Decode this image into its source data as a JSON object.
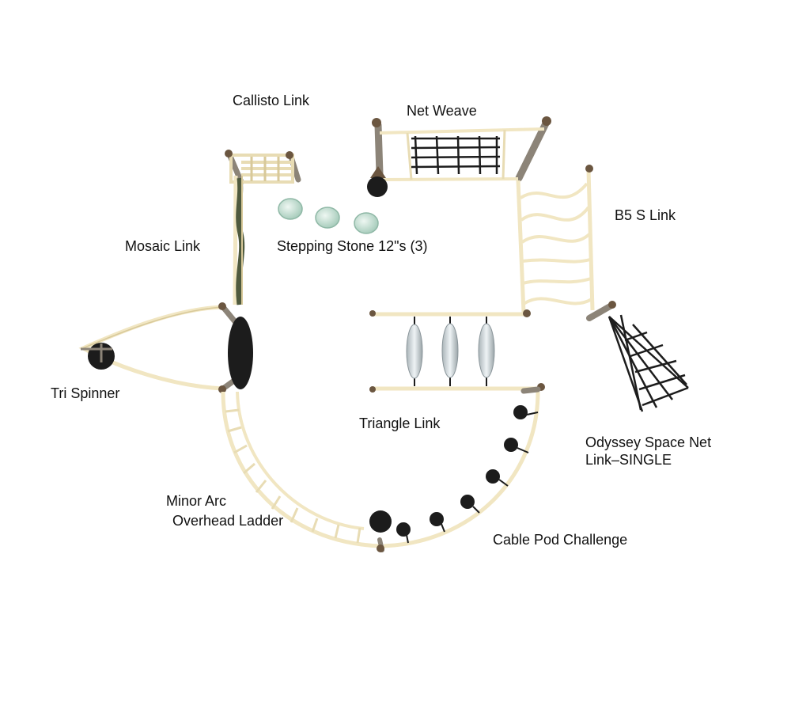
{
  "labels": {
    "callisto_link": "Callisto Link",
    "net_weave": "Net Weave",
    "b5_s_link": "B5 S Link",
    "mosaic_link": "Mosaic Link",
    "stepping_stone": "Stepping Stone 12\"s (3)",
    "tri_spinner": "Tri Spinner",
    "triangle_link": "Triangle Link",
    "odyssey_line1": "Odyssey Space Net",
    "odyssey_line2": "Link–SINGLE",
    "minor_arc_line1": "Minor Arc",
    "minor_arc_line2": "Overhead Ladder",
    "cable_pod_challenge": "Cable Pod Challenge"
  },
  "colors": {
    "rail": "#f1e6c2",
    "rail_edge": "#d8c99a",
    "post_cap": "#6b5640",
    "post": "#8c8478",
    "dark": "#1c1c1c",
    "glass": "#cfe6dc",
    "mosaic": "#4f5a3e",
    "pod": "#d6dde0"
  }
}
